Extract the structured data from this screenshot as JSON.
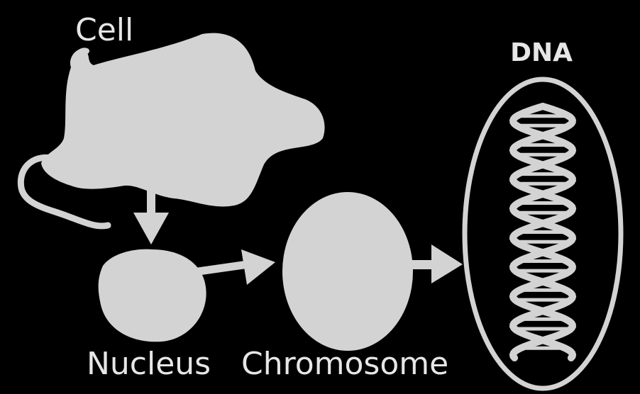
{
  "diagram": {
    "labels": {
      "cell": "Cell",
      "nucleus": "Nucleus",
      "chromosome": "Chromosome",
      "dna": "DNA"
    },
    "colors": {
      "background": "#000000",
      "shape_fill": "#d3d3d3",
      "text": "#e6e6e6"
    },
    "flow": [
      "Cell",
      "Nucleus",
      "Chromosome",
      "DNA"
    ]
  }
}
